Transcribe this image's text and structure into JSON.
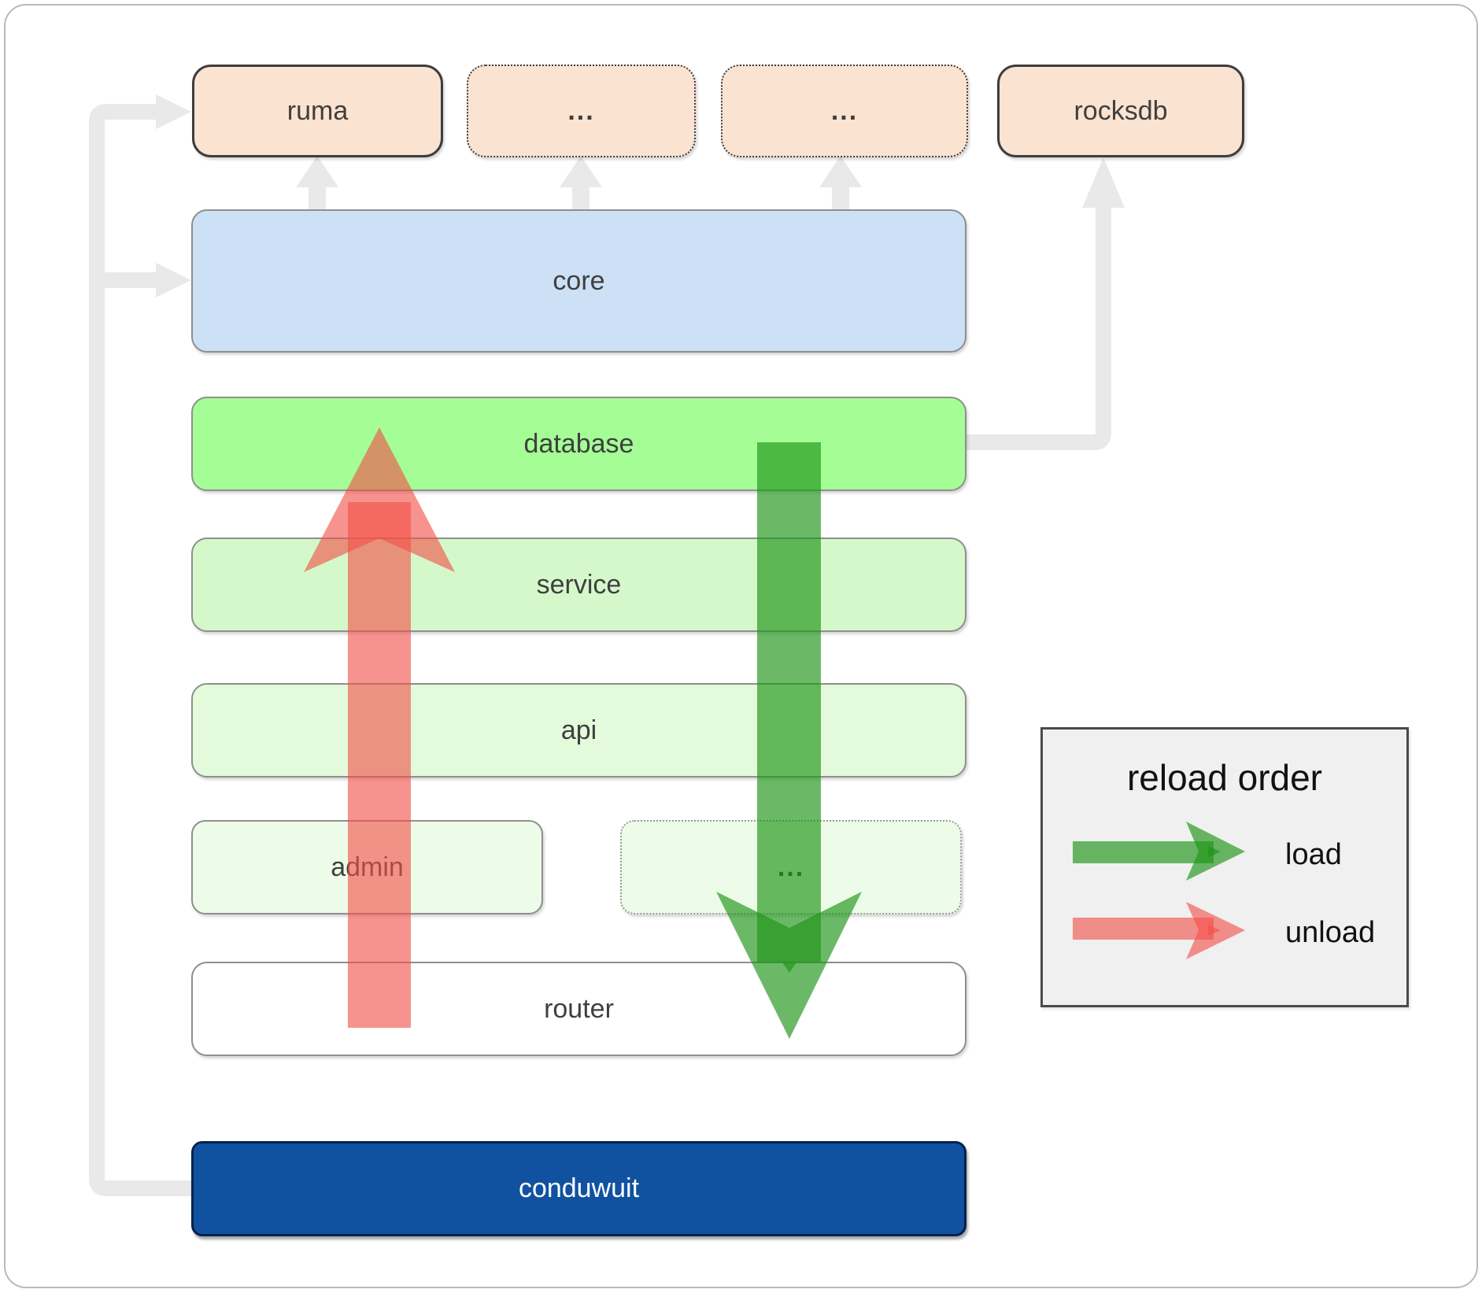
{
  "boxes": {
    "ruma": {
      "label": "ruma"
    },
    "ellipsis1": {
      "label": "..."
    },
    "ellipsis2": {
      "label": "..."
    },
    "rocksdb": {
      "label": "rocksdb"
    },
    "core": {
      "label": "core"
    },
    "database": {
      "label": "database"
    },
    "service": {
      "label": "service"
    },
    "api": {
      "label": "api"
    },
    "admin": {
      "label": "admin"
    },
    "ellipsis3": {
      "label": "..."
    },
    "router": {
      "label": "router"
    },
    "conduwuit": {
      "label": "conduwuit"
    }
  },
  "legend": {
    "title": "reload order",
    "load_label": "load",
    "unload_label": "unload"
  },
  "colors": {
    "load_green": "#1f9417",
    "unload_red": "#f25048",
    "connector_gray": "#e9e9e9",
    "top_box_fill": "#fbe3d1",
    "core_fill": "#cce1f6",
    "database_fill": "#a4fe95",
    "service_fill": "#d4f8ca",
    "api_fill": "#e3fbda",
    "admin_fill": "#edfce8",
    "router_fill": "#ffffff",
    "conduwuit_fill": "#10529f",
    "legend_fill": "#f0f0f0"
  }
}
